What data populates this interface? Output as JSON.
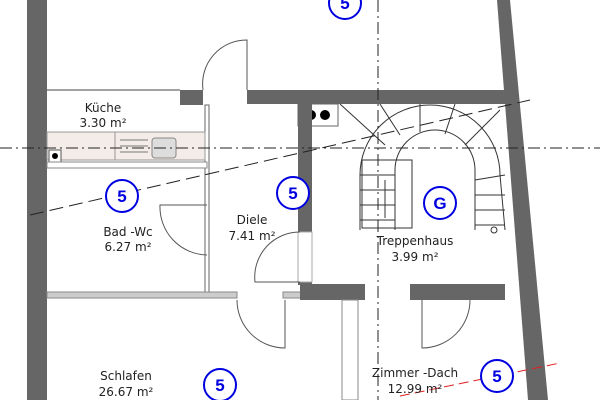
{
  "colors": {
    "wall": "#666666",
    "thin_wall": "#bbbbbb",
    "marker": "#0000e0",
    "red_line": "#e02020"
  },
  "rooms": [
    {
      "name": "Küche",
      "area": "3.30 m²"
    },
    {
      "name": "Bad -Wc",
      "area": "6.27 m²"
    },
    {
      "name": "Diele",
      "area": "7.41 m²"
    },
    {
      "name": "Treppenhaus",
      "area": "3.99 m²"
    },
    {
      "name": "Schlafen",
      "area": "26.67 m²"
    },
    {
      "name": "Zimmer -Dach",
      "area": "12.99 m²"
    }
  ],
  "markers": [
    "5",
    "5",
    "5",
    "G",
    "5",
    "5"
  ]
}
